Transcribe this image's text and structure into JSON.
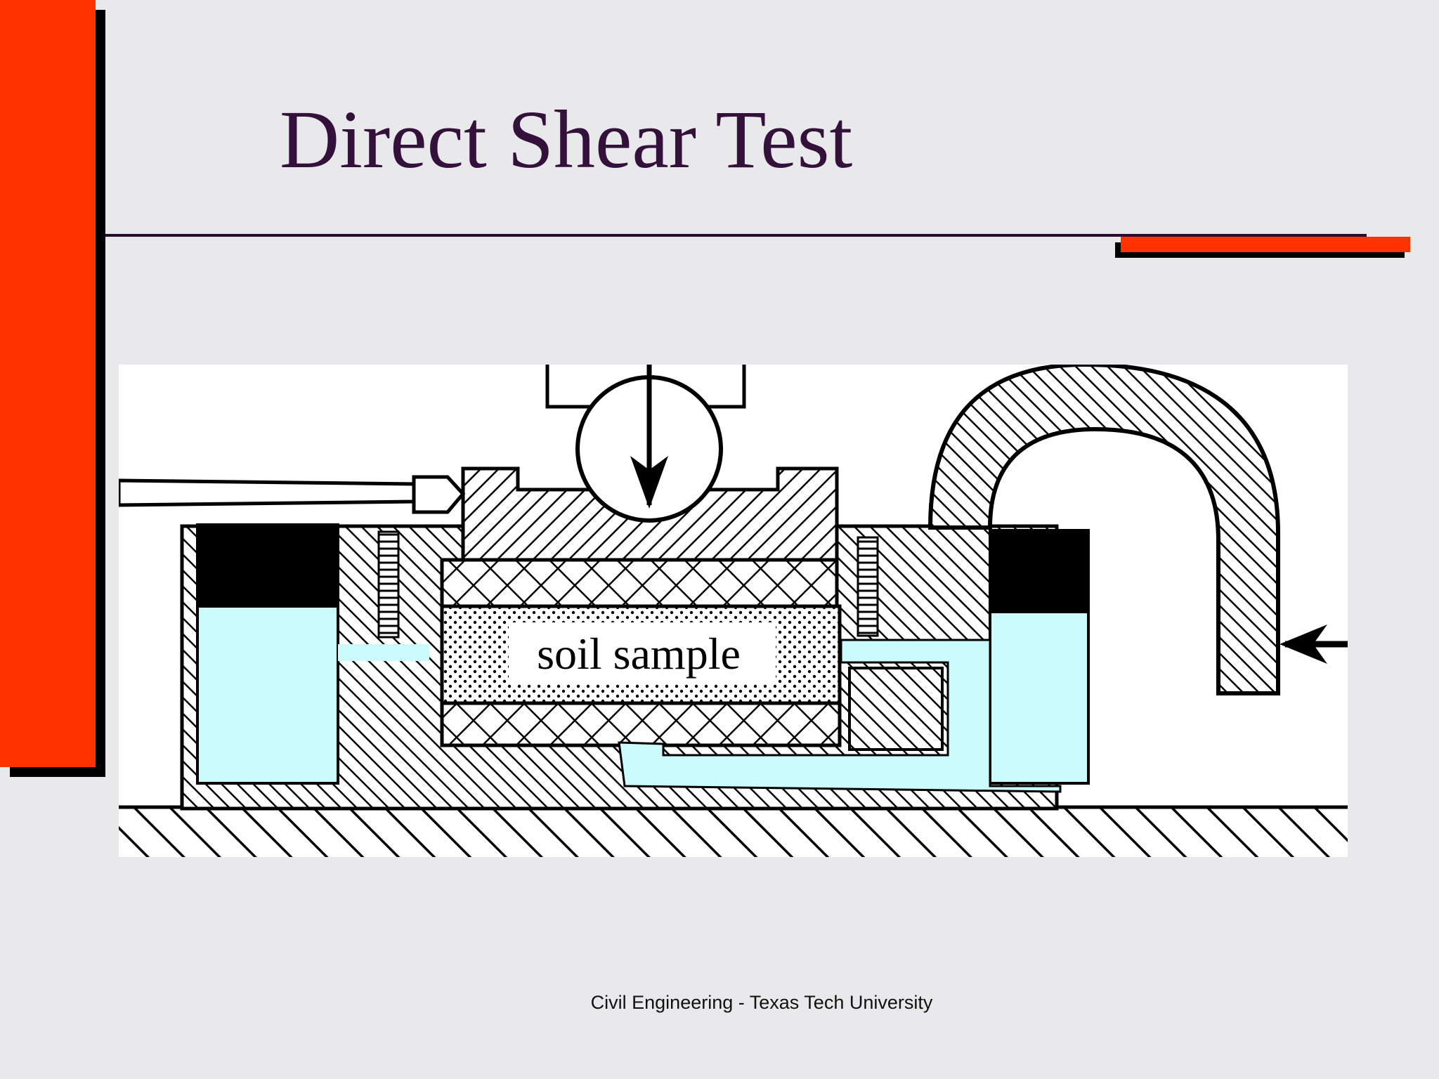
{
  "slide": {
    "title": "Direct Shear Test",
    "footer": "Civil Engineering - Texas Tech University"
  },
  "diagram": {
    "sample_label": "soil sample"
  },
  "colors": {
    "accent": "#ff3300",
    "title": "#33113a",
    "water": "#ccfbfd",
    "background": "#e9e8ea"
  }
}
